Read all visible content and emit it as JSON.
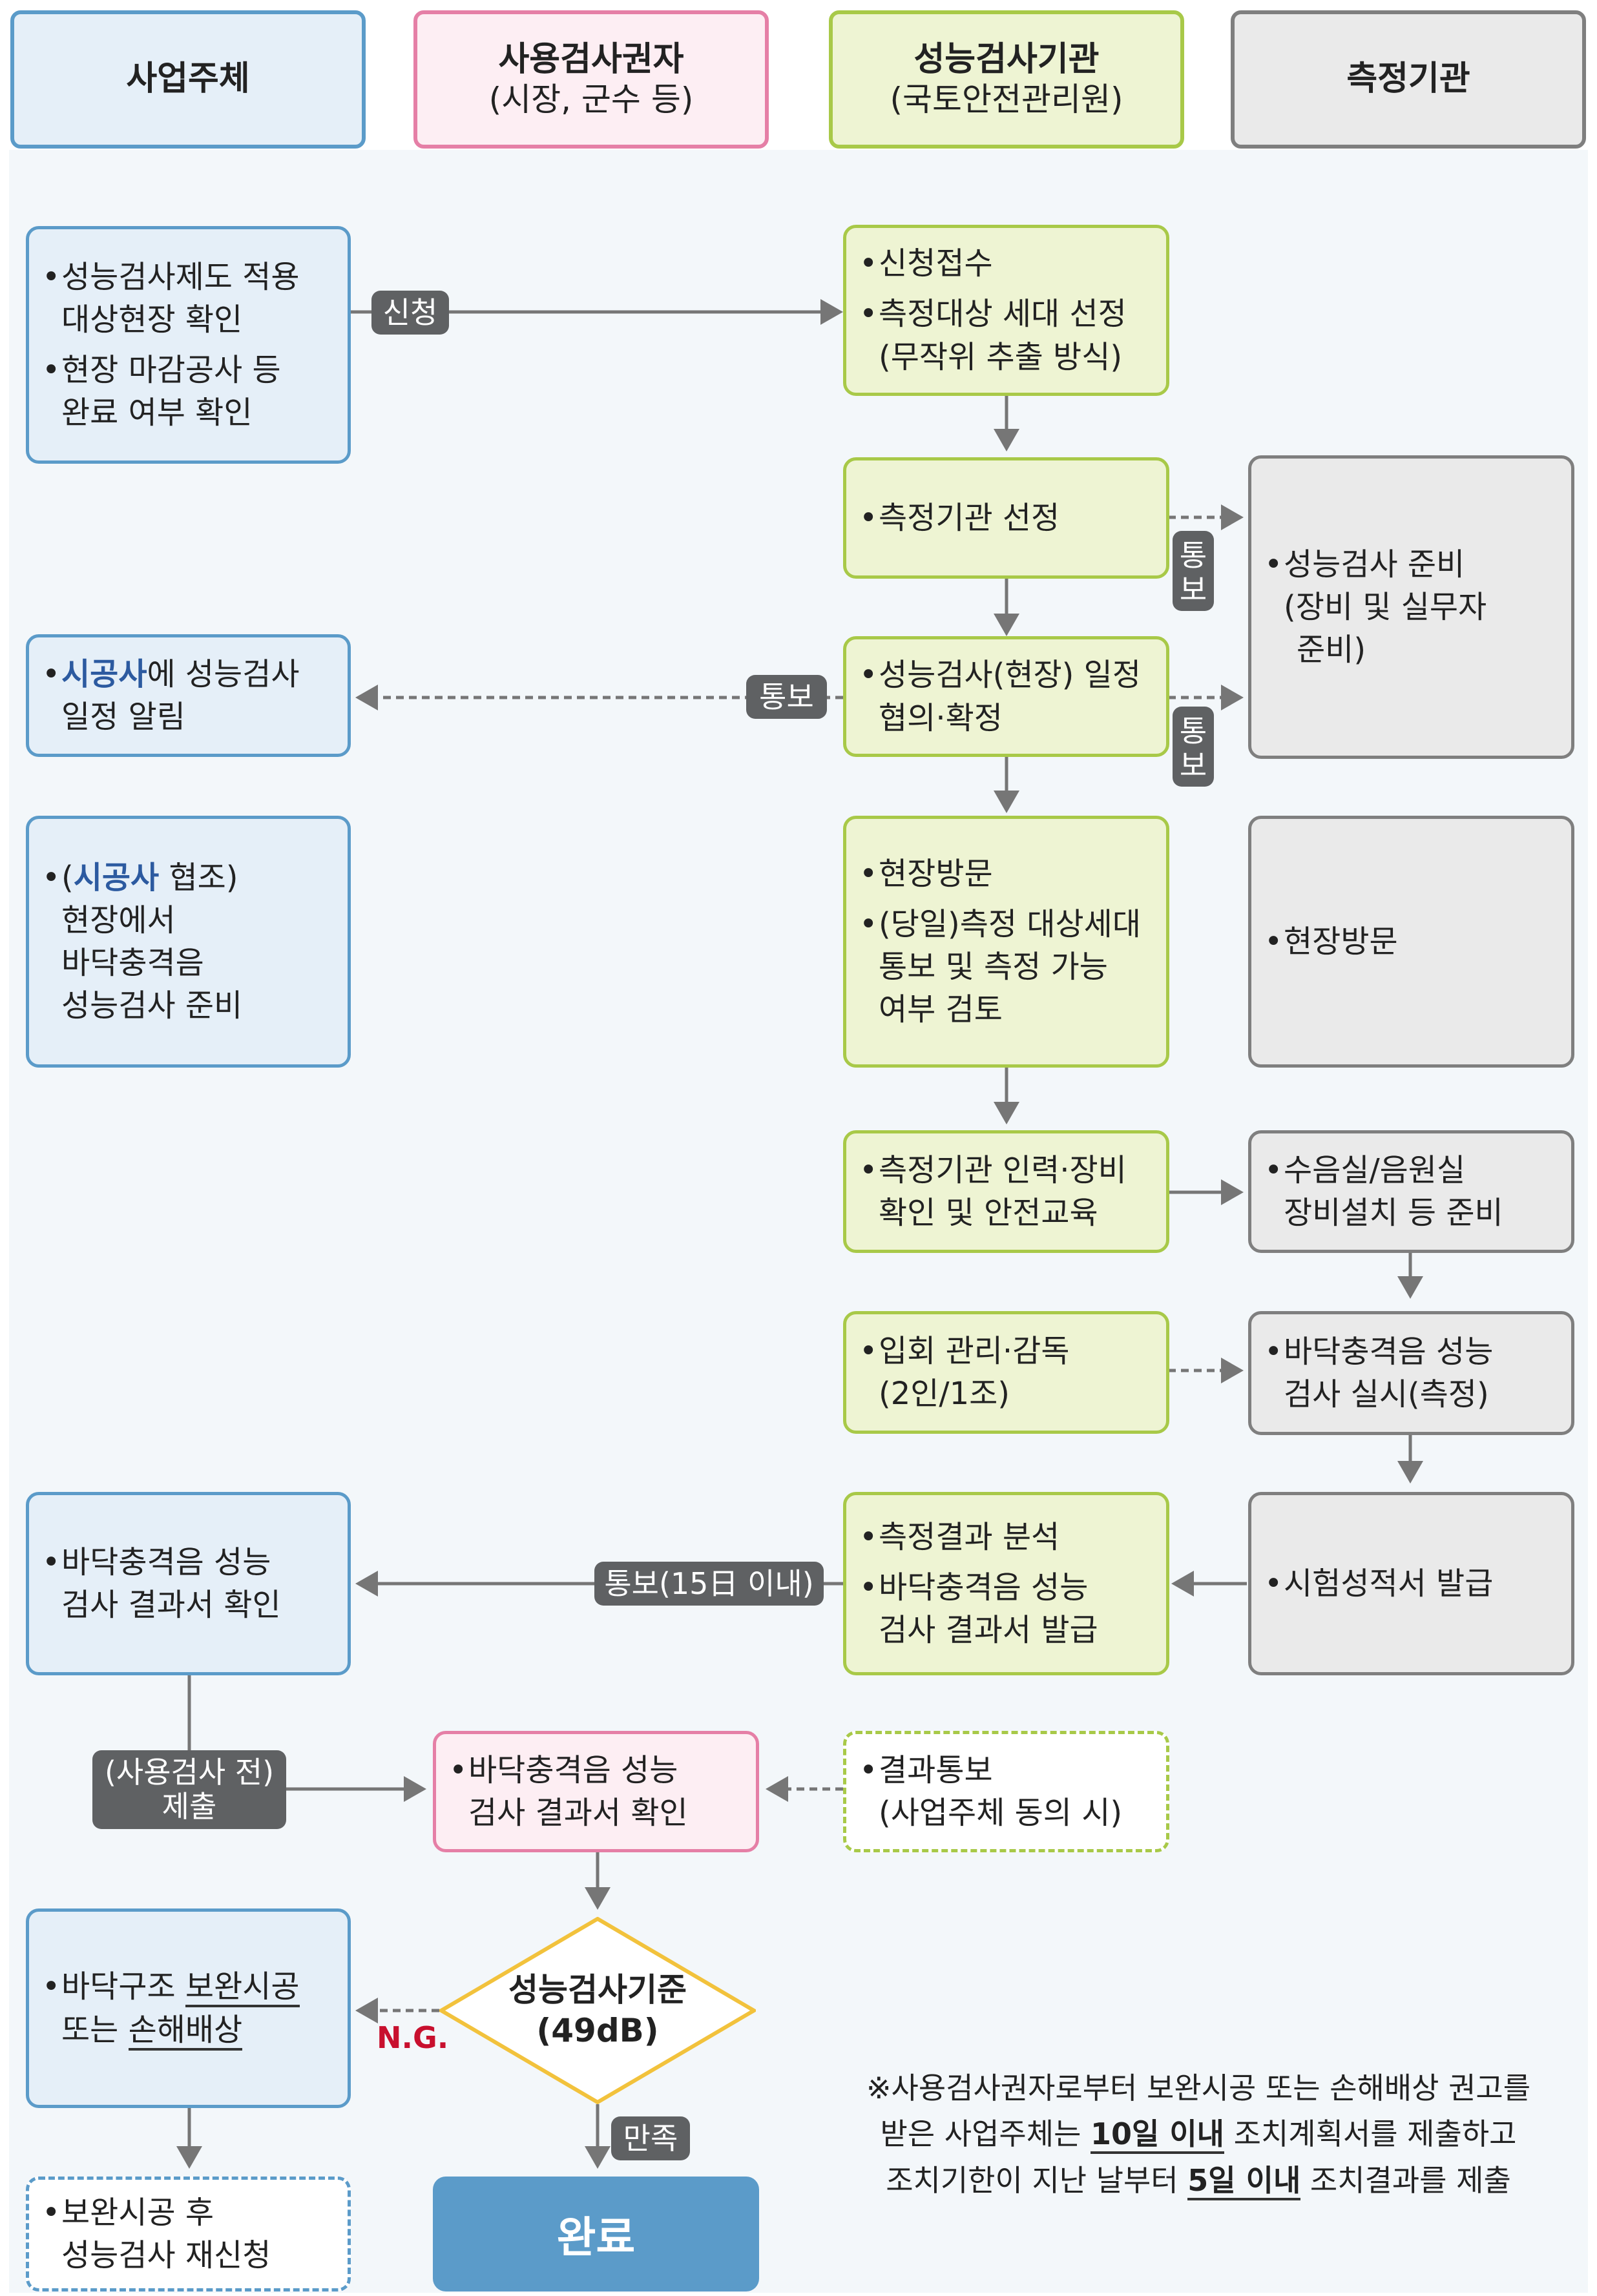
{
  "colors": {
    "blue_fill": "#e5eff8",
    "blue_border": "#5b9bc9",
    "green_fill": "#eef4d3",
    "green_border": "#a8c948",
    "gray_fill": "#eaeaea",
    "gray_border": "#7f7f7f",
    "pink_fill": "#fdeef3",
    "pink_border": "#e57fa6",
    "highlight": "#2c5aa0",
    "ng": "#c8102e"
  },
  "headers": {
    "business": "사업주체",
    "approver_line1": "사용검사권자",
    "approver_line2": "(시장, 군수 등)",
    "agency_line1": "성능검사기관",
    "agency_line2": "(국토안전관리원)",
    "measure": "측정기관"
  },
  "boxes": {
    "b1": {
      "i1_l1": "성능검사제도 적용",
      "i1_l2": "대상현장 확인",
      "i2_l1": "현장 마감공사 등",
      "i2_l2": "완료 여부 확인"
    },
    "g1": {
      "i1": "신청접수",
      "i2_l1": "측정대상 세대 선정",
      "i2_l2": "(무작위 추출 방식)"
    },
    "g2": {
      "i1": "측정기관 선정"
    },
    "gr1": {
      "l1": "성능검사 준비",
      "l2": "(장비 및 실무자",
      "l3": "준비)"
    },
    "b2": {
      "hl": "시공사",
      "rest": "에 성능검사",
      "l2": "일정 알림"
    },
    "g3": {
      "l1": "성능검사(현장) 일정",
      "l2": "협의·확정"
    },
    "b3": {
      "pre": "(",
      "hl": "시공사",
      "post": " 협조)",
      "l2": "현장에서",
      "l3": "바닥충격음",
      "l4": "성능검사 준비"
    },
    "g4": {
      "i1": "현장방문",
      "i2_l1": "(당일)측정 대상세대",
      "i2_l2": "통보 및 측정 가능",
      "i2_l3": "여부 검토"
    },
    "gr2": {
      "l1": "현장방문"
    },
    "g5": {
      "l1": "측정기관 인력·장비",
      "l2": "확인 및 안전교육"
    },
    "gr3": {
      "l1": "수음실/음원실",
      "l2": "장비설치 등 준비"
    },
    "g6": {
      "l1": "입회 관리·감독",
      "l2": "(2인/1조)"
    },
    "gr4": {
      "l1": "바닥충격음 성능",
      "l2": "검사 실시(측정)"
    },
    "b4": {
      "l1": "바닥충격음 성능",
      "l2": "검사 결과서 확인"
    },
    "g7": {
      "i1": "측정결과 분석",
      "i2_l1": "바닥충격음 성능",
      "i2_l2": "검사 결과서 발급"
    },
    "gr5": {
      "l1": "시험성적서 발급"
    },
    "p1": {
      "l1": "바닥충격음 성능",
      "l2": "검사 결과서 확인"
    },
    "g8": {
      "l1": "결과통보",
      "l2": "(사업주체 동의 시)"
    },
    "b5": {
      "l1_pre": "바닥구조 ",
      "l1_ul": "보완시공",
      "l2_pre": "또는 ",
      "l2_ul": "손해배상"
    },
    "b6": {
      "l1": "보완시공 후",
      "l2": "성능검사 재신청"
    }
  },
  "labels": {
    "apply": "신청",
    "notify_v1a": "통",
    "notify_v1b": "보",
    "notify_v2a": "통",
    "notify_v2b": "보",
    "notify_h": "통보",
    "notify_15": "통보(15日 이내)",
    "submit_l1": "(사용검사 전)",
    "submit_l2": "제출",
    "satisfied": "만족",
    "ng": "N.G."
  },
  "decision": {
    "l1": "성능검사기준",
    "l2": "(49dB)"
  },
  "complete": "완료",
  "footnote": {
    "l1": "※사용검사권자로부터 보완시공 또는 손해배상 권고를",
    "l2_pre": "받은 사업주체는 ",
    "l2_em": "10일 이내",
    "l2_post": " 조치계획서를 제출하고",
    "l3_pre": "조치기한이 지난 날부터 ",
    "l3_em": "5일 이내",
    "l3_post": " 조치결과를 제출"
  }
}
